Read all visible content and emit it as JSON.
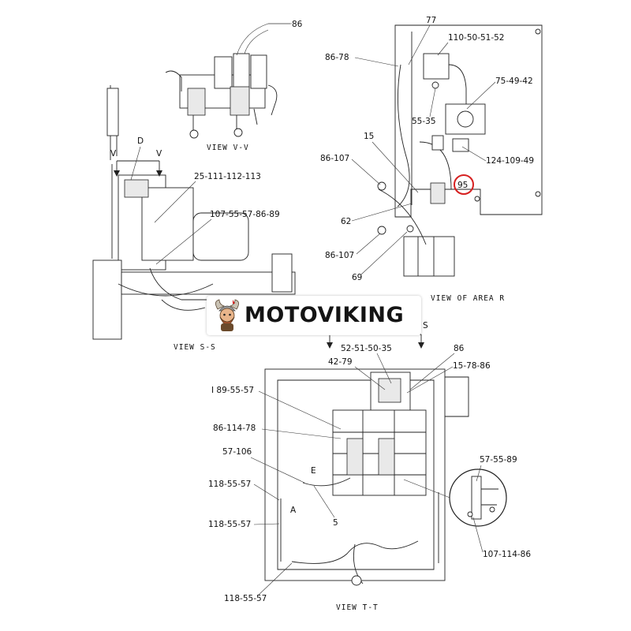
{
  "brand": {
    "name": "MOTOVIKING",
    "logo": "viking-mascot-logo",
    "colors": {
      "text": "#141414",
      "highlight_circle": "#d62020"
    }
  },
  "views": {
    "v_v": "VIEW V-V",
    "s_s": "VIEW S-S",
    "area_r": "VIEW OF AREA R",
    "t_t": "VIEW T-T"
  },
  "section_markers": {
    "d": "D",
    "v_left": "V",
    "v_right": "V",
    "s_partial": "S"
  },
  "callouts": {
    "c86_top": "86",
    "c77": "77",
    "c86_78": "86-78",
    "c110_50_51_52": "110-50-51-52",
    "c75_49_42": "75-49-42",
    "c55_35": "55-35",
    "c15": "15",
    "c86_107_a": "86-107",
    "c124_109_49": "124-109-49",
    "c95": "95",
    "c62": "62",
    "c86_107_b": "86-107",
    "c69": "69",
    "c25_111_112_113": "25-111-112-113",
    "c107_55_57_86_89": "107-55-57-86-89",
    "c52_51_50_35": "52-51-50-35",
    "c86_mid": "86",
    "c42_79": "42-79",
    "c15_78_86": "15-78-86",
    "c189_55_57": "I 89-55-57",
    "c86_114_78": "86-114-78",
    "c57_106": "57-106",
    "c118_55_57_a": "118-55-57",
    "c118_55_57_b": "118-55-57",
    "c118_55_57_c": "118-55-57",
    "c57_55_89": "57-55-89",
    "c107_114_86": "107-114-86",
    "c_a": "A",
    "c_e": "E",
    "c5": "5"
  }
}
